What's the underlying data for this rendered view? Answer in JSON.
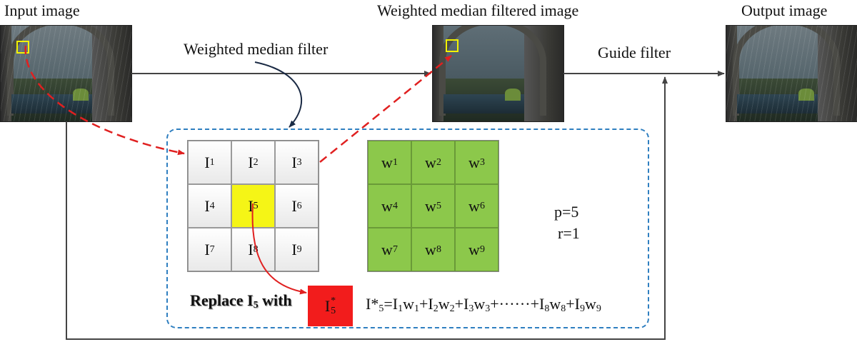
{
  "titles": {
    "input": "Input image",
    "filtered": "Weighted median filtered image",
    "output": "Output image"
  },
  "arrows": {
    "wmf": "Weighted median filter",
    "guide": "Guide filter"
  },
  "neighborhood": {
    "cells": [
      {
        "base": "I",
        "sub": "1"
      },
      {
        "base": "I",
        "sub": "2"
      },
      {
        "base": "I",
        "sub": "3"
      },
      {
        "base": "I",
        "sub": "4"
      },
      {
        "base": "I",
        "sub": "5"
      },
      {
        "base": "I",
        "sub": "6"
      },
      {
        "base": "I",
        "sub": "7"
      },
      {
        "base": "I",
        "sub": "8"
      },
      {
        "base": "I",
        "sub": "9"
      }
    ]
  },
  "weights": {
    "cells": [
      {
        "base": "w",
        "sub": "1"
      },
      {
        "base": "w",
        "sub": "2"
      },
      {
        "base": "w",
        "sub": "3"
      },
      {
        "base": "w",
        "sub": "4"
      },
      {
        "base": "w",
        "sub": "5"
      },
      {
        "base": "w",
        "sub": "6"
      },
      {
        "base": "w",
        "sub": "7"
      },
      {
        "base": "w",
        "sub": "8"
      },
      {
        "base": "w",
        "sub": "9"
      }
    ]
  },
  "params": {
    "p": "p=5",
    "r": "r=1"
  },
  "replace": {
    "prefix": "Replace I",
    "sub": "5",
    "suffix": " with"
  },
  "istar": {
    "base": "I",
    "sup": "*",
    "sub": "5"
  },
  "equation": {
    "lhs_base": "I*",
    "lhs_sub": "5",
    "terms": [
      {
        "text": "=I",
        "sub": "1"
      },
      {
        "text": "w",
        "sub": "1"
      },
      {
        "text": "+I",
        "sub": "2"
      },
      {
        "text": "w",
        "sub": "2"
      },
      {
        "text": "+I",
        "sub": "3"
      },
      {
        "text": "w",
        "sub": "3"
      },
      {
        "text": "+······+I",
        "sub": "8"
      },
      {
        "text": "w",
        "sub": "8"
      },
      {
        "text": "+I",
        "sub": "9"
      },
      {
        "text": "w",
        "sub": "9"
      }
    ]
  },
  "colors": {
    "arrow": "#444444",
    "red_arrow": "#e02020",
    "dash_box": "#2f7fc0",
    "highlight": "#f5f516",
    "weights": "#8cc84b",
    "istar_box": "#f21c1c",
    "wmf_arrow": "#1a2a44"
  }
}
